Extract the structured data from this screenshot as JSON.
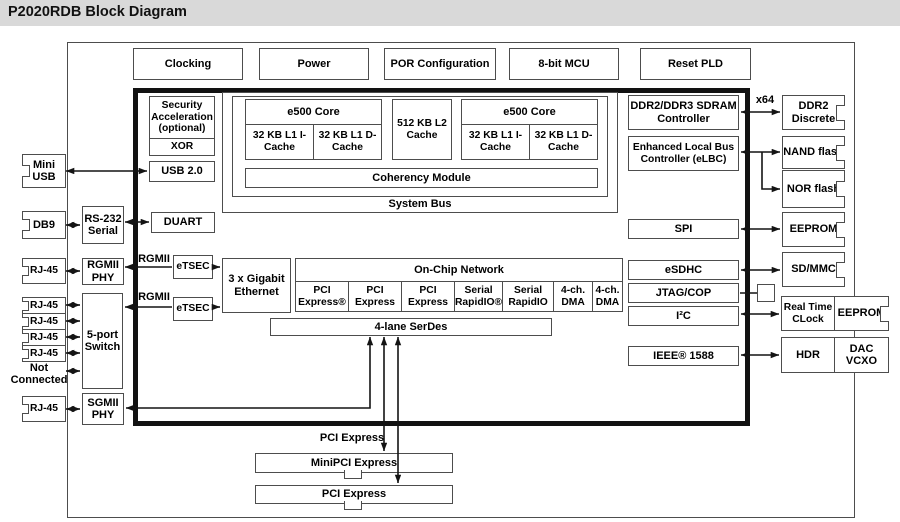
{
  "title": "P2020RDB Block Diagram",
  "top_row": {
    "clocking": "Clocking",
    "power": "Power",
    "por": "POR Configuration",
    "mcu": "8-bit MCU",
    "reset_pld": "Reset PLD"
  },
  "soc": {
    "security": "Security Acceleration (optional)",
    "xor": "XOR",
    "usb": "USB 2.0",
    "duart": "DUART",
    "system_bus": "System Bus",
    "coherency": "Coherency Module",
    "core1": {
      "name": "e500 Core",
      "icache": "32 KB L1 I-Cache",
      "dcache": "32 KB L1 D-Cache"
    },
    "core2": {
      "name": "e500 Core",
      "icache": "32 KB L1 I-Cache",
      "dcache": "32 KB L1 D-Cache"
    },
    "l2": "512 KB L2 Cache",
    "ddr": "DDR2/DDR3 SDRAM Controller",
    "elbc": "Enhanced Local Bus Controller (eLBC)",
    "spi": "SPI",
    "esdhc": "eSDHC",
    "jtag": "JTAG/COP",
    "i2c": "I²C",
    "ieee": "IEEE® 1588",
    "etsec": "eTSEC",
    "eth": "3 x Gigabit Ethernet",
    "ocn": {
      "label": "On-Chip Network",
      "cells": [
        "PCI Express®",
        "PCI Express",
        "PCI Express",
        "Serial RapidIO®",
        "Serial RapidIO",
        "4-ch. DMA",
        "4-ch. DMA"
      ]
    },
    "serdes": "4-lane SerDes"
  },
  "left": {
    "mini_usb": "Mini USB",
    "db9": "DB9",
    "rs232": "RS-232 Serial",
    "rj45": "RJ-45",
    "not_connected": "Not Connected",
    "rgmii_phy": "RGMII PHY",
    "switch": "5-port Switch",
    "sgmii_phy": "SGMII PHY"
  },
  "right": {
    "ddr2_discrete": "DDR2 Discrete",
    "nand": "NAND flash",
    "nor": "NOR flash",
    "eeprom": "EEPROM",
    "sdmmc": "SD/MMC",
    "rtc": "Real Time CLock",
    "eeprom2": "EEPROM",
    "hdr": "HDR",
    "dac_vcxo": "DAC VCXO"
  },
  "bottom": {
    "pcie_label": "PCI Express",
    "minipci": "MiniPCI Express",
    "pcie": "PCI Express"
  },
  "bus_labels": {
    "rgmii1": "RGMII",
    "rgmii2": "RGMII",
    "x64": "x64"
  },
  "colors": {
    "titlebar_bg": "#d9d9d9",
    "box_border": "#4d4d4d",
    "soc_border": "#121212",
    "wire": "#141414"
  }
}
